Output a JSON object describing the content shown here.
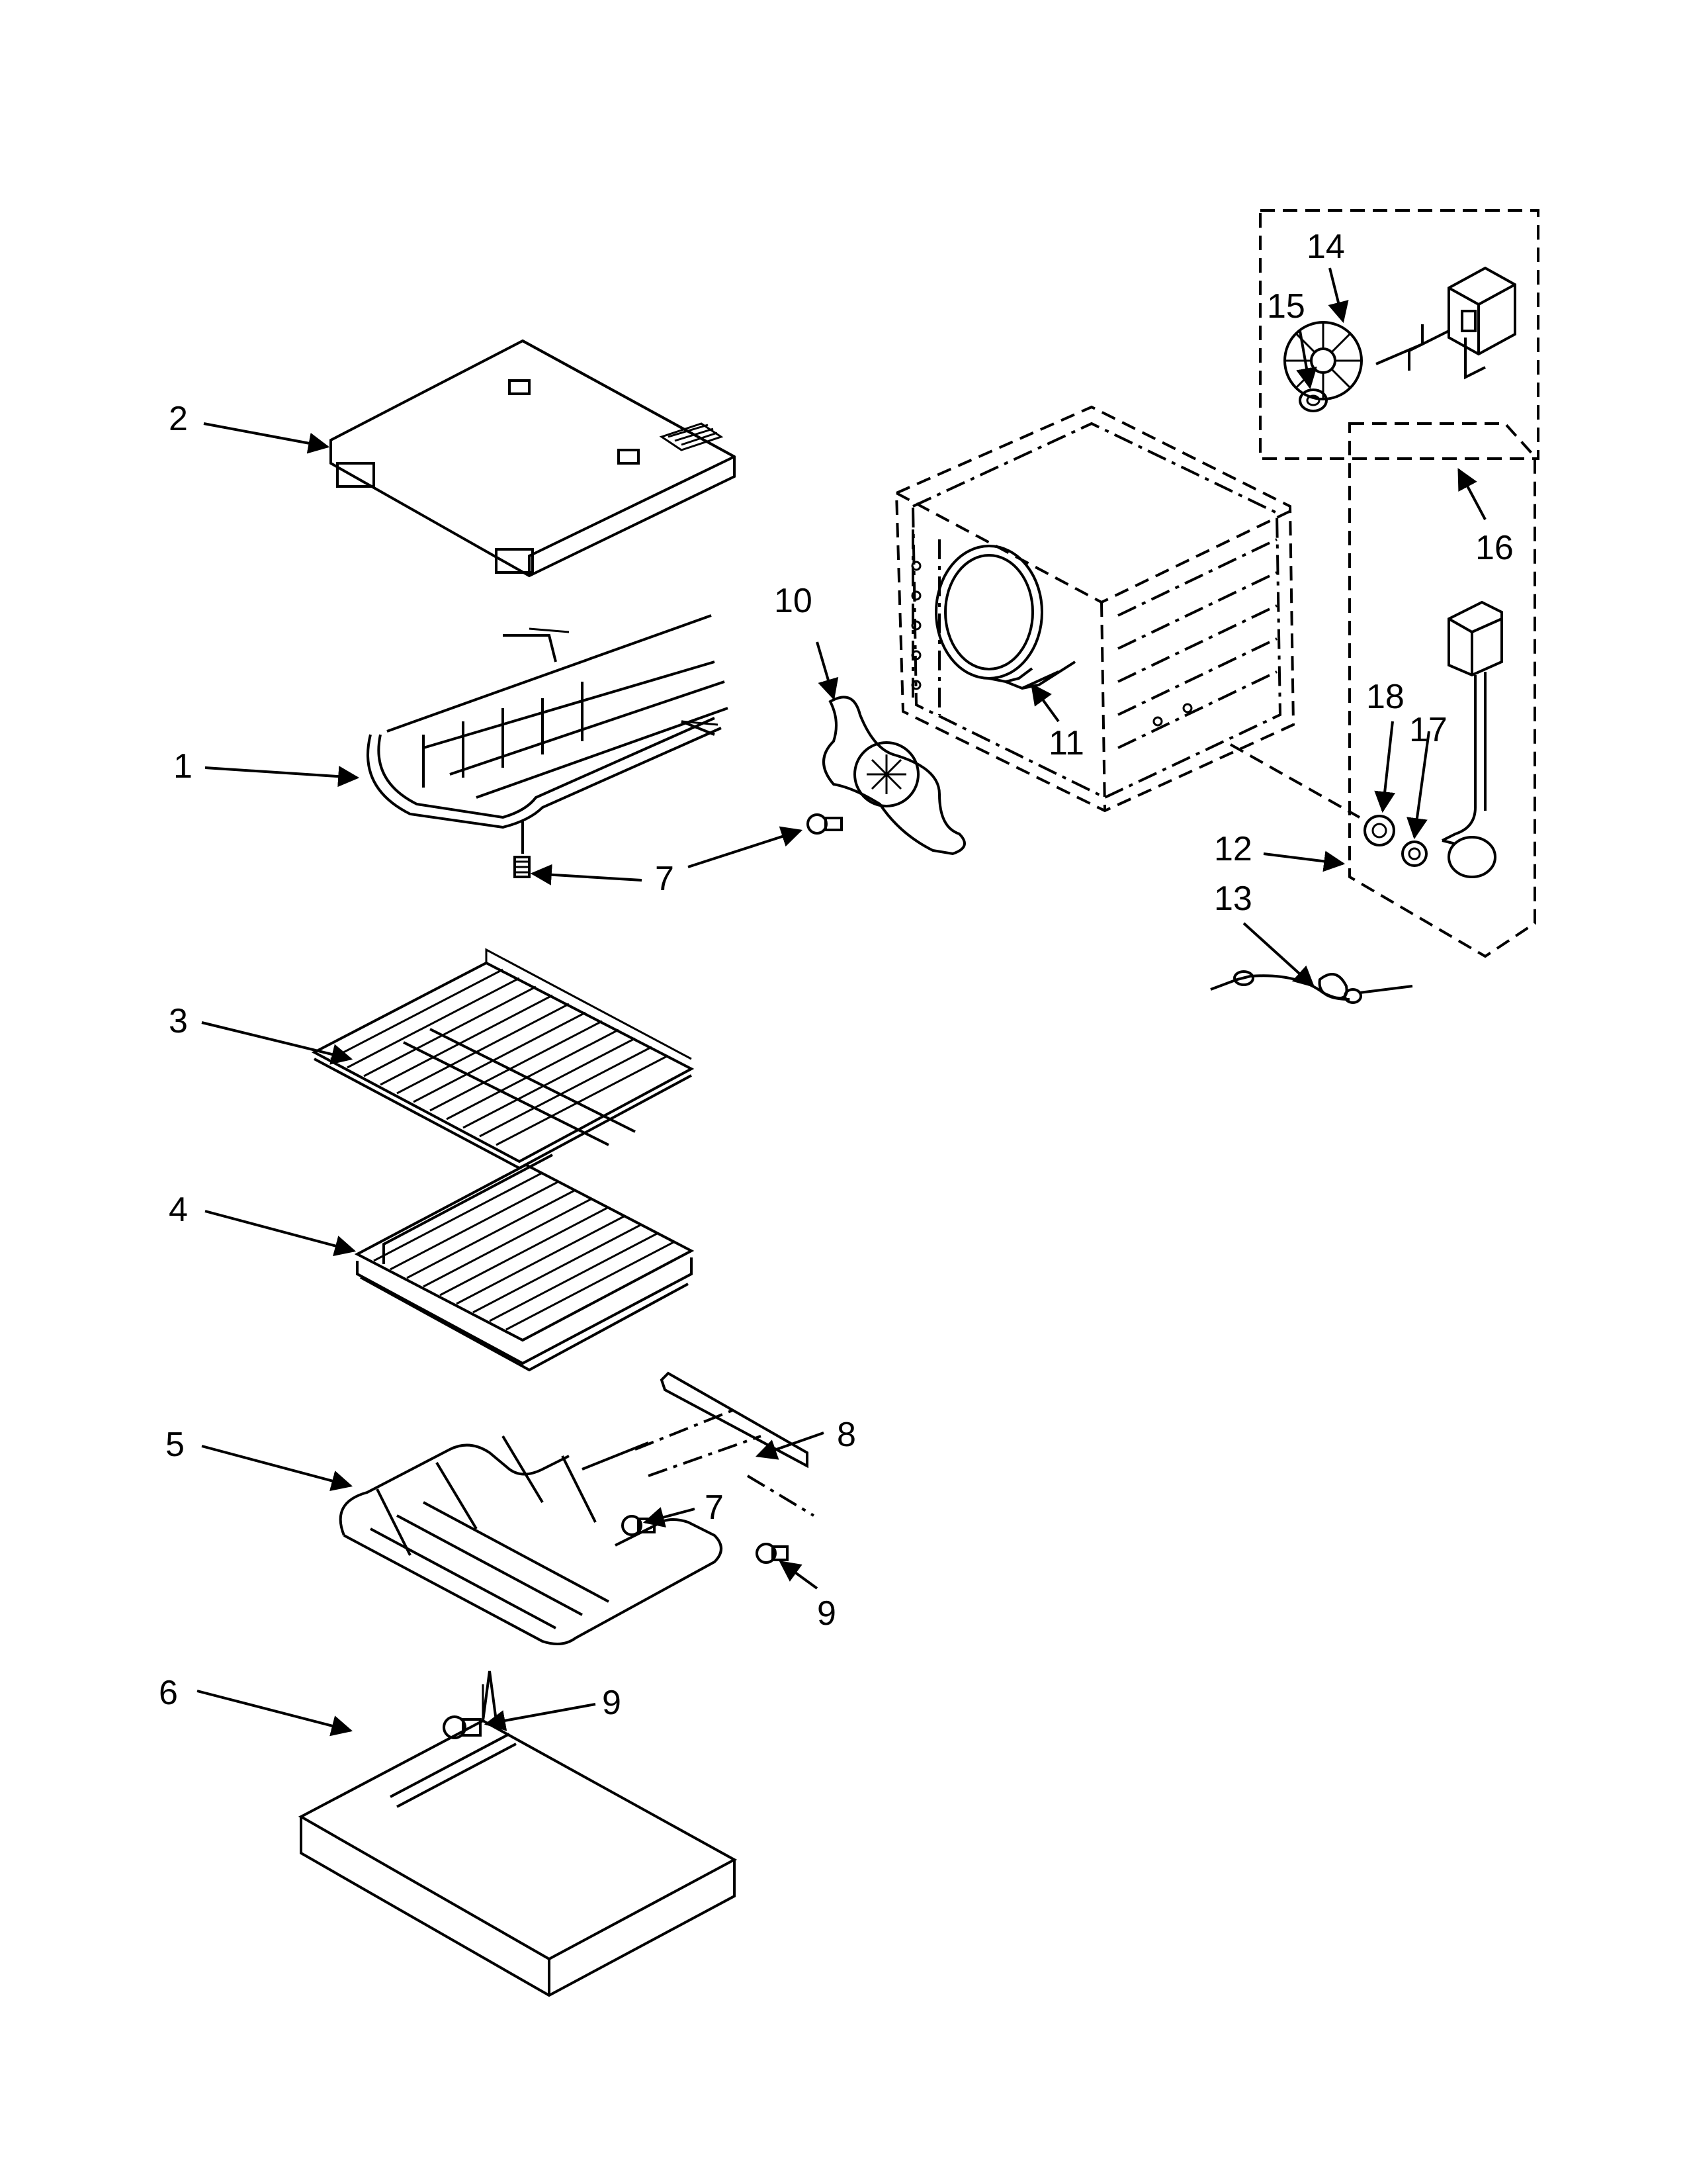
{
  "diagram": {
    "callouts": [
      {
        "id": "c2",
        "label": "2"
      },
      {
        "id": "c1",
        "label": "1"
      },
      {
        "id": "c7a",
        "label": "7"
      },
      {
        "id": "c10",
        "label": "10"
      },
      {
        "id": "c11",
        "label": "11"
      },
      {
        "id": "c14",
        "label": "14"
      },
      {
        "id": "c15",
        "label": "15"
      },
      {
        "id": "c16",
        "label": "16"
      },
      {
        "id": "c18",
        "label": "18"
      },
      {
        "id": "c17",
        "label": "17"
      },
      {
        "id": "c12",
        "label": "12"
      },
      {
        "id": "c13",
        "label": "13"
      },
      {
        "id": "c3",
        "label": "3"
      },
      {
        "id": "c4",
        "label": "4"
      },
      {
        "id": "c5",
        "label": "5"
      },
      {
        "id": "c8",
        "label": "8"
      },
      {
        "id": "c7b",
        "label": "7"
      },
      {
        "id": "c9a",
        "label": "9"
      },
      {
        "id": "c6",
        "label": "6"
      },
      {
        "id": "c9b",
        "label": "9"
      }
    ]
  }
}
